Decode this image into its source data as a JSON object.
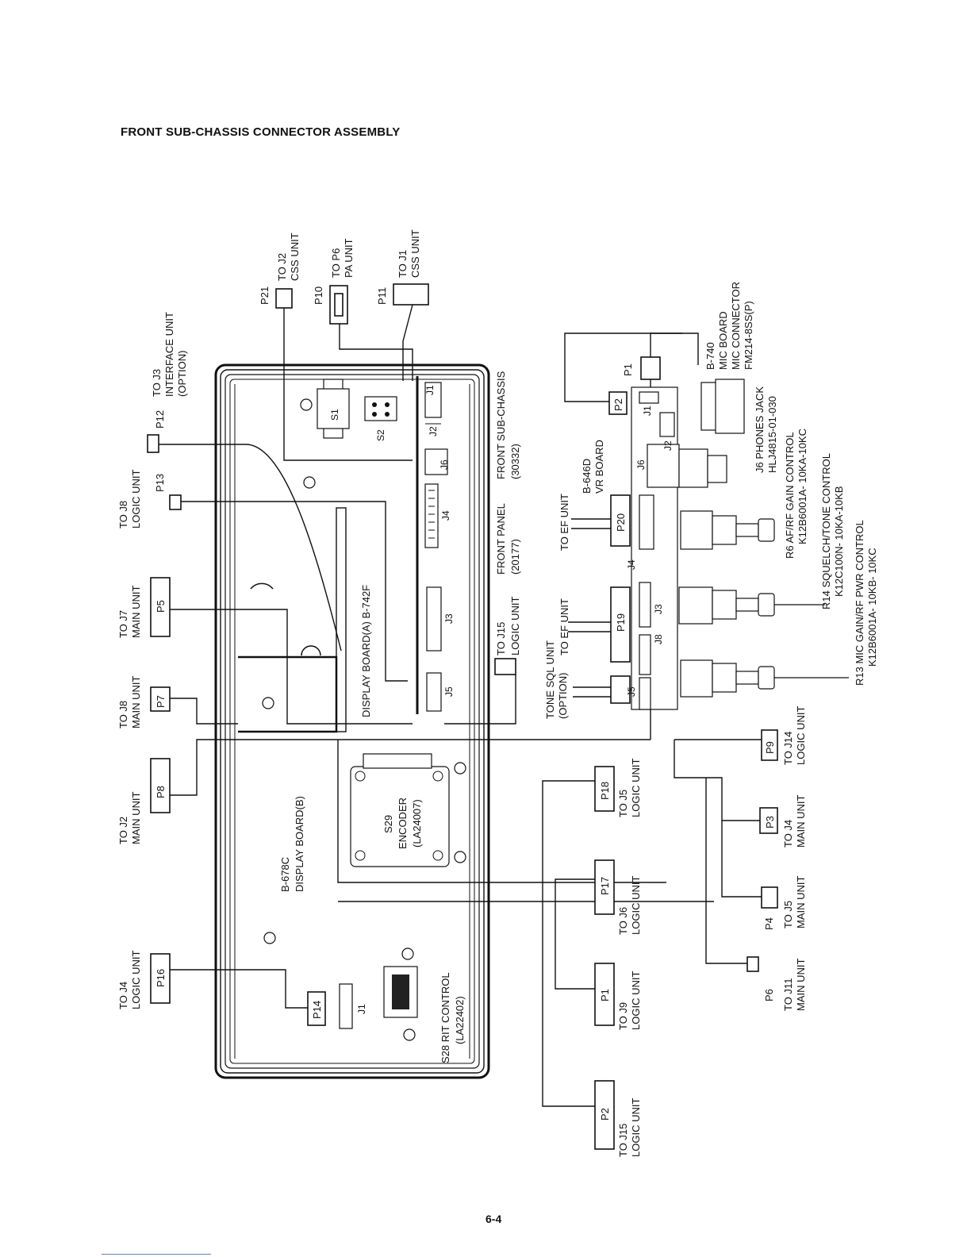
{
  "page": {
    "title": "FRONT SUB-CHASSIS CONNECTOR ASSEMBLY",
    "page_number": "6-4"
  },
  "plugs": {
    "p21": "P21",
    "p10": "P10",
    "p11": "P11",
    "p12": "P12",
    "p13": "P13",
    "p5": "P5",
    "p7": "P7",
    "p8": "P8",
    "p16": "P16",
    "p14": "P14",
    "p18": "P18",
    "p17": "P17",
    "p1": "P1",
    "p2": "P2",
    "p9": "P9",
    "p3": "P3",
    "p4": "P4",
    "p6": "P6",
    "p20": "P20",
    "p19": "P19",
    "p1_mic": "P1",
    "p2_vr": "P2"
  },
  "jacks": {
    "j1_top": "J1",
    "j2_top": "J2",
    "j6_top": "J6",
    "j4_top": "J4",
    "j3_top": "J3",
    "j5_top": "J5",
    "j1_vr": "J1",
    "j2_vr": "J2",
    "j6_vr": "J6",
    "j4_vr": "J4",
    "j3_vr": "J3",
    "j8_vr": "J8",
    "j5_vr": "J5",
    "j1_rit": "J1"
  },
  "switches": {
    "s1": "S1",
    "s2": "S2"
  },
  "labels": {
    "to_j2_css": [
      "TO J2",
      "CSS UNIT"
    ],
    "to_p6_pa": [
      "TO P6",
      "PA UNIT"
    ],
    "to_j1_css": [
      "TO J1",
      "CSS UNIT"
    ],
    "to_j3_interface": [
      "TO J3",
      "INTERFACE UNIT",
      "(OPTION)"
    ],
    "to_j8_logic": [
      "TO J8",
      "LOGIC UNIT"
    ],
    "to_j7_main": [
      "TO J7",
      "MAIN UNIT"
    ],
    "to_j8_main": [
      "TO J8",
      "MAIN UNIT"
    ],
    "to_j2_main": [
      "TO J2",
      "MAIN UNIT"
    ],
    "to_j4_logic_left": [
      "TO J4",
      "LOGIC UNIT"
    ],
    "front_sub_chassis": [
      "FRONT SUB-CHASSIS",
      "(30332)"
    ],
    "front_panel": [
      "FRONT PANEL",
      "(20177)"
    ],
    "to_j15_logic_top": [
      "TO J15",
      "LOGIC UNIT"
    ],
    "display_board_a": "DISPLAY BOARD(A) B-742F",
    "display_board_b": [
      "B-678C",
      "DISPLAY BOARD(B)"
    ],
    "encoder": [
      "S29",
      "ENCODER",
      "(LA24007)"
    ],
    "rit": [
      "S28 RIT CONTROL",
      "(LA22402)"
    ],
    "to_ef_unit_1": "TO EF UNIT",
    "to_ef_unit_2": "TO EF UNIT",
    "tone_sql": [
      "TONE SQL UNIT",
      "(OPTION)"
    ],
    "vr_board": [
      "B-646D",
      "VR BOARD"
    ],
    "to_j5_logic": [
      "TO J5",
      "LOGIC UNIT"
    ],
    "to_j6_logic": [
      "TO J6",
      "LOGIC UNIT"
    ],
    "to_j9_logic": [
      "TO J9",
      "LOGIC UNIT"
    ],
    "to_j15_logic_bottom": [
      "TO J15",
      "LOGIC UNIT"
    ],
    "to_j14_logic": [
      "TO J14",
      "LOGIC UNIT"
    ],
    "to_j4_main": [
      "TO J4",
      "MAIN UNIT"
    ],
    "to_j5_main": [
      "TO J5",
      "MAIN UNIT"
    ],
    "to_j11_main": [
      "TO J11",
      "MAIN UNIT"
    ],
    "mic_board": [
      "B-740",
      "MIC BOARD",
      "MIC CONNECTOR",
      "FM214-8SS(P)"
    ],
    "j6_phones": [
      "J6 PHONES JACK",
      "HLJ4815-01-030"
    ],
    "r6": [
      "R6 AF/RF GAIN CONTROL",
      "K12B6001A- 10KA-10KC"
    ],
    "r14": [
      "R14 SQUELCH/TONE CONTROL",
      "K12C100N- 10KA-10KB"
    ],
    "r13": [
      "R13 MIC GAIN/RF PWR CONTROL",
      "K12B6001A- 10KB- 10KC"
    ]
  }
}
